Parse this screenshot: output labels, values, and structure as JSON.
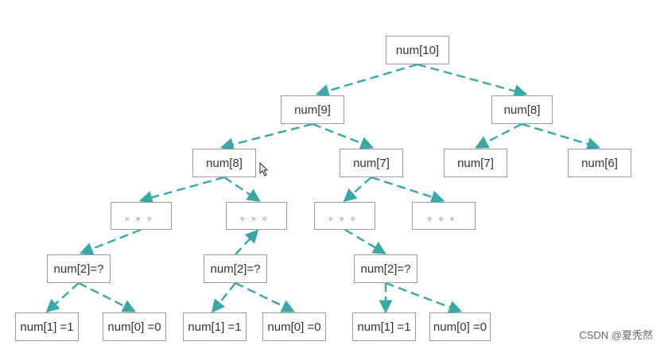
{
  "colors": {
    "edge": "#3aa6a6",
    "border": "#9a9a9a",
    "text": "#333333"
  },
  "nodes": {
    "root": "num[10]",
    "n9": "num[9]",
    "n8_right": "num[8]",
    "n8_left": "num[8]",
    "n7_mid": "num[7]",
    "n7_right": "num[7]",
    "n6_right": "num[6]",
    "dots_1": "。。。",
    "dots_2": "。。。",
    "dots_3": "。。。",
    "dots_4": "。。。",
    "n2_a": "num[2]=?",
    "n2_b": "num[2]=?",
    "n2_c": "num[2]=?",
    "n1_a": "num[1] =1",
    "n0_a": "num[0] =0",
    "n1_b": "num[1] =1",
    "n0_b": "num[0] =0",
    "n1_c": "num[1] =1",
    "n0_c": "num[0] =0"
  },
  "watermark": "CSDN @夏秃然",
  "icons": {
    "cursor": "mouse-pointer-icon"
  }
}
